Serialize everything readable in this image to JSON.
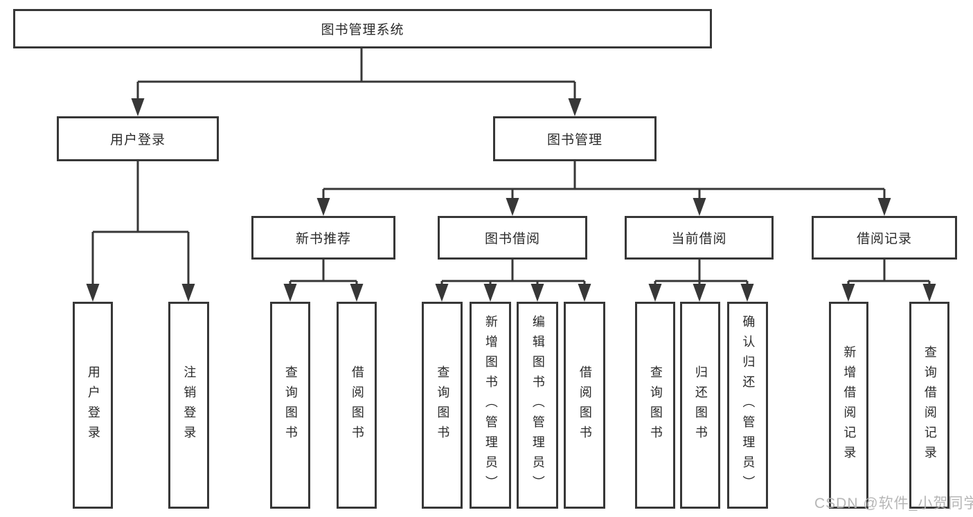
{
  "diagram": {
    "root": {
      "label": "图书管理系统"
    },
    "level2": {
      "user_login": "用户登录",
      "book_management": "图书管理"
    },
    "level3": {
      "new_book_recommendation": "新书推荐",
      "book_borrowing": "图书借阅",
      "current_borrowing": "当前借阅",
      "borrowing_records": "借阅记录"
    },
    "leaves": {
      "user_login": "用户登录",
      "logout_login": "注销登录",
      "recommend_query_books": "查询图书",
      "recommend_borrow_books": "借阅图书",
      "borrow_query_books": "查询图书",
      "add_books_admin": "新增图书（管理员）",
      "edit_books_admin": "编辑图书（管理员）",
      "borrow_books": "借阅图书",
      "current_query_books": "查询图书",
      "return_books": "归还图书",
      "confirm_return_admin": "确认归还（管理员）",
      "add_borrow_record": "新增借阅记录",
      "query_borrow_record": "查询借阅记录"
    },
    "watermark": "CSDN @软件_小贺同学",
    "colors": {
      "line": "#373737",
      "text": "#2a2a2a",
      "watermark_text": "#b3b3b3",
      "background": "#ffffff"
    }
  }
}
